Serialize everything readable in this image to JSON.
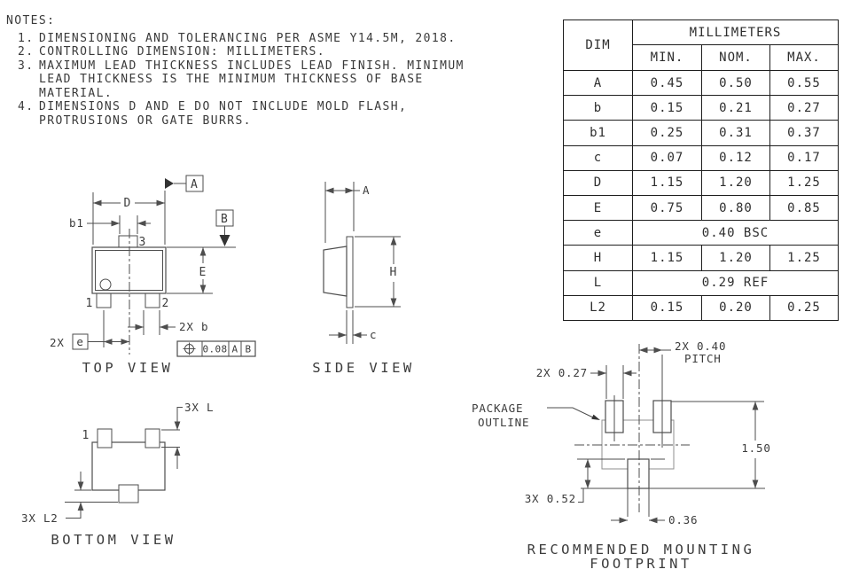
{
  "colors": {
    "background": "#ffffff",
    "line": "#4d4d4d",
    "text": "#3c3c3c",
    "table_border": "#1e1e1e",
    "outline_gray": "#8f8f8f"
  },
  "notes": {
    "title": "NOTES:",
    "items": [
      {
        "num": "1.",
        "text": "DIMENSIONING AND TOLERANCING PER ASME Y14.5M, 2018."
      },
      {
        "num": "2.",
        "text": "CONTROLLING DIMENSION: MILLIMETERS."
      },
      {
        "num": "3.",
        "text": "MAXIMUM LEAD THICKNESS INCLUDES LEAD FINISH. MINIMUM LEAD THICKNESS IS THE MINIMUM THICKNESS OF BASE MATERIAL."
      },
      {
        "num": "4.",
        "text": "DIMENSIONS D AND E DO NOT INCLUDE MOLD FLASH, PROTRUSIONS OR GATE BURRS."
      }
    ]
  },
  "table": {
    "col_group_header": "MILLIMETERS",
    "headers": {
      "dim": "DIM",
      "min": "MIN.",
      "nom": "NOM.",
      "max": "MAX."
    },
    "rows": [
      {
        "dim": "A",
        "min": "0.45",
        "nom": "0.50",
        "max": "0.55"
      },
      {
        "dim": "b",
        "min": "0.15",
        "nom": "0.21",
        "max": "0.27"
      },
      {
        "dim": "b1",
        "min": "0.25",
        "nom": "0.31",
        "max": "0.37"
      },
      {
        "dim": "c",
        "min": "0.07",
        "nom": "0.12",
        "max": "0.17"
      },
      {
        "dim": "D",
        "min": "1.15",
        "nom": "1.20",
        "max": "1.25"
      },
      {
        "dim": "E",
        "min": "0.75",
        "nom": "0.80",
        "max": "0.85"
      },
      {
        "dim": "e",
        "span": "0.40 BSC"
      },
      {
        "dim": "H",
        "min": "1.15",
        "nom": "1.20",
        "max": "1.25"
      },
      {
        "dim": "L",
        "span": "0.29 REF"
      },
      {
        "dim": "L2",
        "min": "0.15",
        "nom": "0.20",
        "max": "0.25"
      }
    ]
  },
  "views": {
    "top": {
      "title": "TOP VIEW",
      "dim_d": "D",
      "dim_b1": "b1",
      "dim_e": "E",
      "qty_b": "2X b",
      "qty_e": "2X",
      "pitch_sym": "e",
      "datum_a": "A",
      "datum_b": "B",
      "pin1": "1",
      "pin2": "2",
      "pin3": "3",
      "fcf": {
        "tol": "0.08",
        "d1": "A",
        "d2": "B"
      }
    },
    "side": {
      "title": "SIDE VIEW",
      "dim_a": "A",
      "dim_h": "H",
      "dim_c": "c"
    },
    "bottom": {
      "title": "BOTTOM VIEW",
      "pin1": "1",
      "dim_l": "3X L",
      "dim_l2": "3X L2"
    },
    "footprint": {
      "title1": "RECOMMENDED MOUNTING",
      "title2": "FOOTPRINT",
      "pitch1": "2X 0.40",
      "pitch2": "PITCH",
      "pad_w": "2X 0.27",
      "outline1": "PACKAGE",
      "outline2": "OUTLINE",
      "height": "1.50",
      "pad_h": "3X 0.52",
      "center_pad_w": "0.36"
    }
  }
}
